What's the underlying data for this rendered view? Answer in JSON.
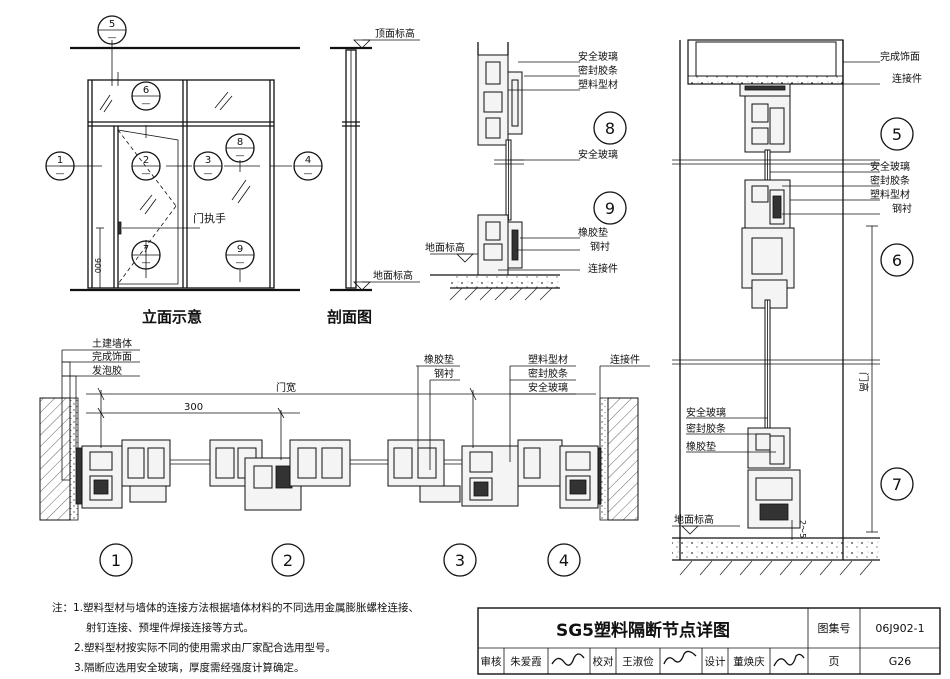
{
  "labels": {
    "elevation_title": "立面示意",
    "section_title": "剖面图",
    "top_level": "顶面标高",
    "floor_level": "地面标高",
    "handle": "门执手",
    "door_width": "门宽",
    "dim_300": "300",
    "door_height": "门高",
    "dim_2_5": "2～5",
    "dim_900": "900"
  },
  "callouts": {
    "n1": "1",
    "n2": "2",
    "n3": "3",
    "n4": "4",
    "n5": "5",
    "n6": "6",
    "n7": "7",
    "n8": "8",
    "n9": "9",
    "dash": "—"
  },
  "materials": {
    "civil_wall": "土建墙体",
    "finish_face": "完成饰面",
    "foam_glue": "发泡胶",
    "rubber_pad": "橡胶垫",
    "steel_liner": "钢衬",
    "plastic_profile": "塑料型材",
    "seal_strip": "密封胶条",
    "safety_glass": "安全玻璃",
    "connector": "连接件"
  },
  "notes": {
    "line1": "注：1.塑料型材与墙体的连接方法根据墙体材料的不同选用金属膨胀螺栓连接、",
    "line2": "射钉连接、预埋件焊接连接等方式。",
    "line3": "2.塑料型材按实际不同的使用需求由厂家配合选用型号。",
    "line4": "3.隔断应选用安全玻璃，厚度需经强度计算确定。"
  },
  "title_block": {
    "title": "SG5塑料隔断节点详图",
    "atlas_label": "图集号",
    "atlas_no": "06J902-1",
    "review_label": "审核",
    "reviewer": "朱爱霞",
    "check_label": "校对",
    "checker": "王淑俭",
    "design_label": "设计",
    "designer": "董焕庆",
    "page_label": "页",
    "page_no": "G26"
  }
}
